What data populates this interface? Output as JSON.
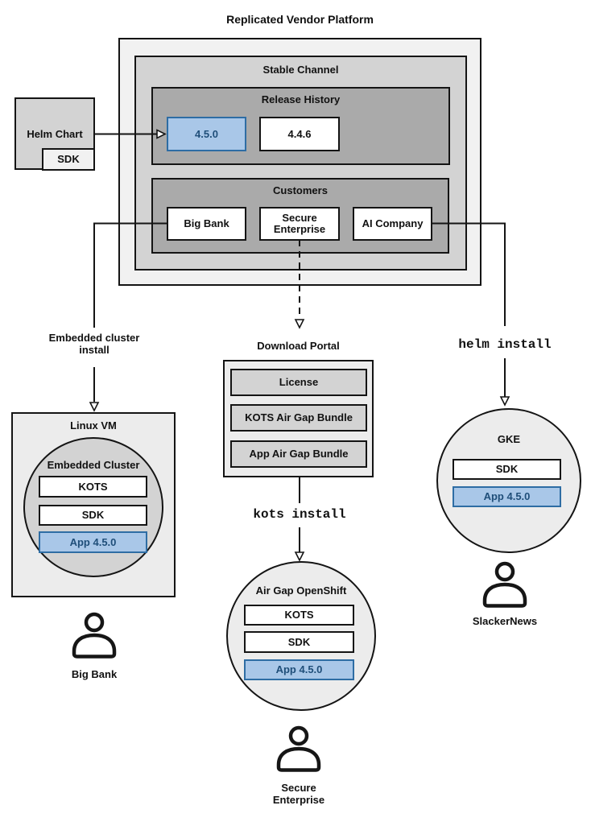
{
  "title": "Replicated Vendor Platform",
  "platform": {
    "stable_channel": "Stable Channel",
    "release_history": "Release History",
    "releases": [
      {
        "version": "4.5.0",
        "highlighted": true
      },
      {
        "version": "4.4.6",
        "highlighted": false
      }
    ],
    "customers_title": "Customers",
    "customers": [
      "Big Bank",
      "Secure Enterprise",
      "AI Company"
    ]
  },
  "helm_chart": {
    "title": "Helm Chart",
    "sdk": "SDK"
  },
  "left_flow": {
    "arrow_label": "Embedded cluster install",
    "host": "Linux VM",
    "cluster": "Embedded Cluster",
    "components": [
      "KOTS",
      "SDK",
      "App 4.5.0"
    ],
    "user": "Big Bank"
  },
  "center_flow": {
    "portal_title": "Download Portal",
    "portal_items": [
      "License",
      "KOTS Air Gap Bundle",
      "App Air Gap Bundle"
    ],
    "command": "kots install",
    "cluster": "Air Gap OpenShift",
    "components": [
      "KOTS",
      "SDK",
      "App 4.5.0"
    ],
    "user": "Secure Enterprise"
  },
  "right_flow": {
    "command": "helm install",
    "cluster": "GKE",
    "components": [
      "SDK",
      "App 4.5.0"
    ],
    "user": "SlackerNews"
  },
  "colors": {
    "outer_fill": "#f1f1f1",
    "mid_gray_fill": "#d3d3d3",
    "dark_gray_fill": "#aaaaaa",
    "panel_fill": "#ececec",
    "highlight_fill": "#a9c7e8",
    "highlight_border": "#2e6da4",
    "highlight_text": "#1f4e79",
    "stroke": "#141414"
  }
}
